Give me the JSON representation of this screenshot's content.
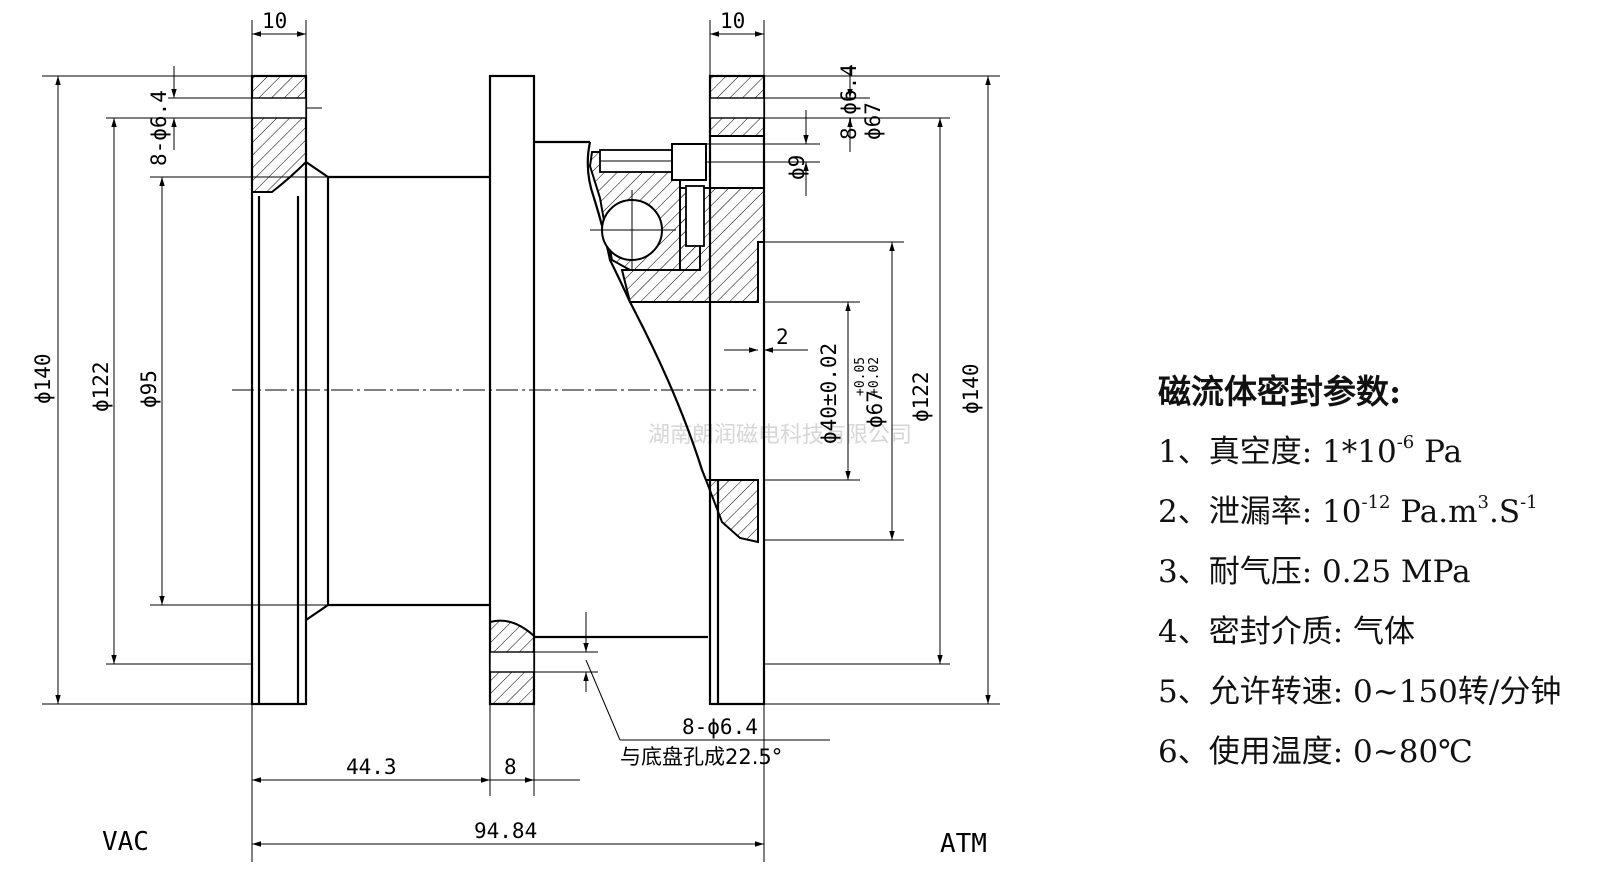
{
  "drawing": {
    "dims": {
      "top_left_10": "10",
      "top_right_10": "10",
      "d140_left": "ϕ140",
      "d122_left": "ϕ122",
      "d95": "ϕ95",
      "holes_left": "8-ϕ6.4",
      "holes_right": "8-ϕ6.4",
      "d9": "ϕ9",
      "d67_right_top": "ϕ67",
      "gap_2": "2",
      "d40": "ϕ40±0.02",
      "d67": "ϕ67",
      "tol_plus": "+0.05",
      "tol_minus": "+0.02",
      "d122_right": "ϕ122",
      "d140_right": "ϕ140",
      "holes_bottom": "8-ϕ6.4",
      "angle_note": "与底盘孔成22.5°",
      "len_44": "44.3",
      "len_8": "8",
      "len_total": "94.84"
    },
    "side_left": "VAC",
    "side_right": "ATM",
    "watermark": "湖南朗润磁电科技有限公司"
  },
  "params": {
    "title": "磁流体密封参数:",
    "items": [
      {
        "label": "1、真空度:",
        "value": "1*10",
        "sup": "-6",
        "tail": " Pa"
      },
      {
        "label": "2、泄漏率:",
        "value": "10",
        "sup": "-12",
        "tail": " Pa.m",
        "sup2": "3",
        "tail2": ".S",
        "sup3": "-1"
      },
      {
        "label": "3、耐气压:",
        "value": "0.25 MPa"
      },
      {
        "label": "4、密封介质:",
        "value": "气体"
      },
      {
        "label": "5、允许转速:",
        "value": "0~150转/分钟"
      },
      {
        "label": "6、使用温度:",
        "value": "0~80℃"
      }
    ]
  }
}
